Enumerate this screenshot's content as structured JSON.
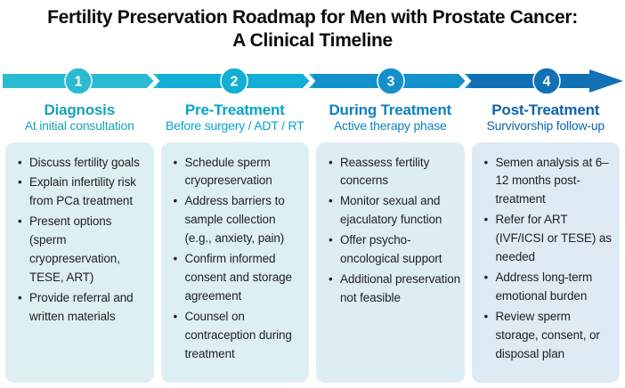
{
  "title": {
    "line1": "Fertility Preservation Roadmap for Men with Prostate Cancer:",
    "line2": "A Clinical Timeline"
  },
  "stages": [
    {
      "number": "1",
      "name": "Diagnosis",
      "subtitle": "At initial consultation",
      "color": "#2ABBD1",
      "heading_color": "#14A3BA",
      "card_bg": "#DEEFF2",
      "bullets": [
        "Discuss fertility goals",
        "Explain infertility risk from PCa treatment",
        "Present options (sperm cryopreservation, TESE, ART)",
        "Provide referral and written materials"
      ]
    },
    {
      "number": "2",
      "name": "Pre-Treatment",
      "subtitle": "Before surgery / ADT / RT",
      "color": "#12AED5",
      "heading_color": "#06A3CC",
      "card_bg": "#DEEFF4",
      "bullets": [
        "Schedule sperm cryopreservation",
        "Address barriers to sample collection (e.g., anxiety, pain)",
        "Confirm informed consent and storage agreement",
        "Counsel on contraception during treatment"
      ]
    },
    {
      "number": "3",
      "name": "During Treatment",
      "subtitle": "Active therapy phase",
      "color": "#1490CA",
      "heading_color": "#0F80C1",
      "card_bg": "#DEEDF4",
      "bullets": [
        "Reassess fertility concerns",
        "Monitor sexual and ejaculatory function",
        "Offer psycho-oncological support",
        "Additional preservation not feasible"
      ]
    },
    {
      "number": "4",
      "name": "Post-Treatment",
      "subtitle": "Survivorship follow-up",
      "color": "#1270B5",
      "heading_color": "#0E64AB",
      "card_bg": "#DEEAF4",
      "bullets": [
        "Semen analysis at 6–12 months post-treatment",
        "Refer for ART (IVF/ICSI or TESE) as needed",
        "Address long-term emotional burden",
        "Review sperm storage, consent, or disposal plan"
      ]
    }
  ]
}
